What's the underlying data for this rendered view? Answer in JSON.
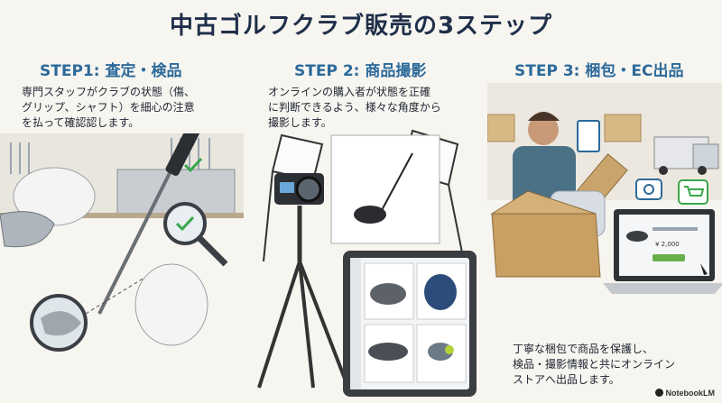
{
  "title": "中古ゴルフクラブ販売の3ステップ",
  "steps": [
    {
      "heading": "STEP1: 査定・検品",
      "description": "専門スタッフがクラブの状態（傷、\nグリップ、シャフト）を細心の注意\nを払って確認認します。"
    },
    {
      "heading": "STEP 2: 商品撮影",
      "description": "オンラインの購入者が状態を正確\nに判断できるよう、様々な角度から\n撮影します。"
    },
    {
      "heading": "STEP 3: 梱包・EC出品",
      "description": "丁寧な梱包で商品を保護し、\n検品・撮影情報と共にオンライン\nストアへ出品します。"
    }
  ],
  "laptop_price": "¥ 2,000",
  "brand": "NotebookLM",
  "colors": {
    "title": "#1f2f4a",
    "step_heading": "#2c6a9a",
    "background": "#f7f5f0",
    "check_green": "#3aa64a"
  }
}
